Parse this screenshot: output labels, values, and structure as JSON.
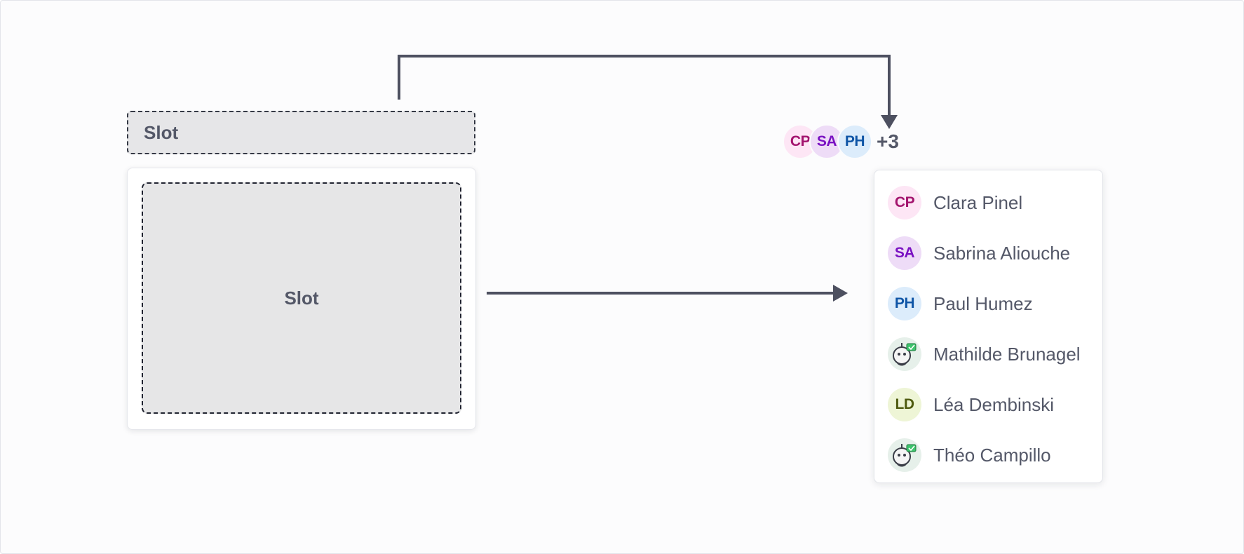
{
  "diagram": {
    "trigger_slot_label": "Slot",
    "content_slot_label": "Slot"
  },
  "avatar_group": {
    "avatars": [
      {
        "initials": "CP",
        "bg": "#fde6f5",
        "fg": "#a3146e"
      },
      {
        "initials": "SA",
        "bg": "#eedcf7",
        "fg": "#7a12c2"
      },
      {
        "initials": "PH",
        "bg": "#dcecfb",
        "fg": "#0f55a6"
      }
    ],
    "more_label": "+3"
  },
  "user_list": [
    {
      "name": "Clara Pinel",
      "initials": "CP",
      "bg": "#fde6f5",
      "fg": "#a3146e",
      "type": "initials"
    },
    {
      "name": "Sabrina Aliouche",
      "initials": "SA",
      "bg": "#eedcf7",
      "fg": "#7a12c2",
      "type": "initials"
    },
    {
      "name": "Paul Humez",
      "initials": "PH",
      "bg": "#dcecfb",
      "fg": "#0f55a6",
      "type": "initials"
    },
    {
      "name": "Mathilde Brunagel",
      "initials": "",
      "bg": "#e6f0ea",
      "fg": "#3a3d47",
      "type": "bot"
    },
    {
      "name": "Léa Dembinski",
      "initials": "LD",
      "bg": "#eef5d6",
      "fg": "#4e5a0f",
      "type": "initials"
    },
    {
      "name": "Théo Campillo",
      "initials": "",
      "bg": "#e6f0ea",
      "fg": "#3a3d47",
      "type": "bot"
    }
  ],
  "colors": {
    "arrow": "#4d5060",
    "text": "#545868"
  }
}
